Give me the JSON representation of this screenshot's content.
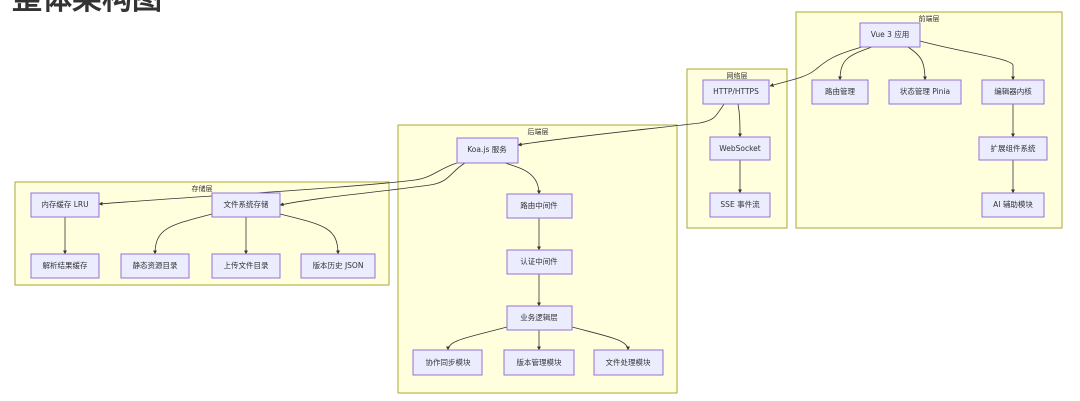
{
  "title": "整体架构图",
  "groups": {
    "frontend": "前端层",
    "network": "网络层",
    "backend": "后端层",
    "storage": "存储层"
  },
  "nodes": {
    "vue": "Vue 3 应用",
    "router": "路由管理",
    "pinia": "状态管理 Pinia",
    "editor": "编辑器内核",
    "ext": "扩展组件系统",
    "ai": "AI 辅助模块",
    "http": "HTTP/HTTPS",
    "ws": "WebSocket",
    "sse": "SSE 事件流",
    "koa": "Koa.js 服务",
    "routemw": "路由中间件",
    "authmw": "认证中间件",
    "biz": "业务逻辑层",
    "collab": "协作同步模块",
    "version": "版本管理模块",
    "fileproc": "文件处理模块",
    "lru": "内存缓存 LRU",
    "fs": "文件系统存储",
    "parse": "解析结果缓存",
    "static": "静态资源目录",
    "upload": "上传文件目录",
    "history": "版本历史 JSON"
  },
  "colors": {
    "node_fill": "#ECECFF",
    "node_stroke": "#9370DB",
    "group_fill": "#ffffde",
    "group_stroke": "#aaaa33",
    "edge": "#333333"
  }
}
